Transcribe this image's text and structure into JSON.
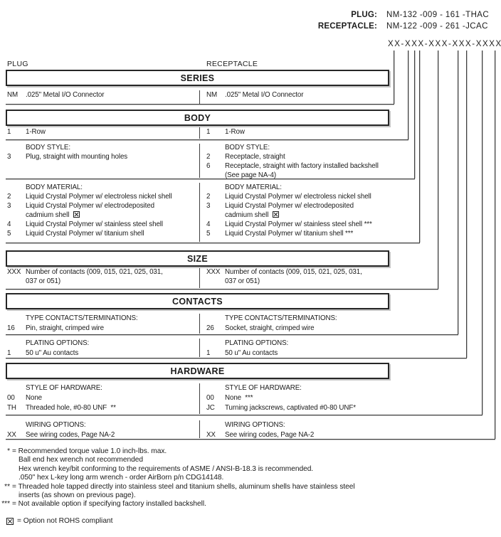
{
  "meta": {
    "background": "#ffffff",
    "ink_color": "#1b1b1b",
    "line_color": "#3f3f3f",
    "shadow_color": "#c4c4c4"
  },
  "part_numbers": {
    "plug_label": "PLUG:",
    "plug_value": "NM-132 -009 - 161 -THAC",
    "receptacle_label": "RECEPTACLE:",
    "receptacle_value": "NM-122 -009 - 261 -JCAC",
    "template": "XX-XXX-XXX-XXX-XXXX"
  },
  "column_headers": {
    "left": "PLUG",
    "right": "RECEPTACLE"
  },
  "sections": {
    "series": {
      "title": "SERIES",
      "left": {
        "code": "NM",
        "desc": ".025\" Metal I/O Connector"
      },
      "right": {
        "code": "NM",
        "desc": ".025\" Metal I/O Connector"
      }
    },
    "body": {
      "title": "BODY",
      "row": {
        "left": {
          "code": "1",
          "desc": "1-Row"
        },
        "right": {
          "code": "1",
          "desc": "1-Row"
        }
      },
      "style": {
        "label": "BODY STYLE:",
        "left": [
          {
            "code": "3",
            "desc": "Plug, straight with mounting holes"
          }
        ],
        "right": [
          {
            "code": "2",
            "desc": "Receptacle, straight"
          },
          {
            "code": "6",
            "desc": "Receptacle, straight with factory installed backshell",
            "desc2": "(See page NA-4)"
          }
        ]
      },
      "material": {
        "label": "BODY MATERIAL:",
        "left": [
          {
            "code": "2",
            "desc": "Liquid Crystal Polymer w/ electroless nickel shell"
          },
          {
            "code": "3",
            "desc": "Liquid Crystal Polymer w/ electrodeposited",
            "desc2": "cadmium shell",
            "rohs_icon": "boxed-x"
          },
          {
            "code": "4",
            "desc": "Liquid Crystal Polymer w/ stainless steel shell"
          },
          {
            "code": "5",
            "desc": "Liquid Crystal Polymer w/ titanium shell"
          }
        ],
        "right": [
          {
            "code": "2",
            "desc": "Liquid Crystal Polymer w/ electroless nickel shell"
          },
          {
            "code": "3",
            "desc": "Liquid Crystal Polymer w/ electrodeposited",
            "desc2": "cadmium shell",
            "rohs_icon": "boxed-x"
          },
          {
            "code": "4",
            "desc": "Liquid Crystal Polymer w/ stainless steel shell ***"
          },
          {
            "code": "5",
            "desc": "Liquid Crystal Polymer w/ titanium shell ***"
          }
        ]
      }
    },
    "size": {
      "title": "SIZE",
      "left": {
        "code": "XXX",
        "desc": "Number of contacts (009, 015, 021, 025, 031,",
        "desc2": "037 or 051)"
      },
      "right": {
        "code": "XXX",
        "desc": "Number of contacts (009, 015, 021, 025, 031,",
        "desc2": "037 or 051)"
      }
    },
    "contacts": {
      "title": "CONTACTS",
      "type": {
        "label": "TYPE CONTACTS/TERMINATIONS:",
        "left": {
          "code": "16",
          "desc": "Pin, straight, crimped wire"
        },
        "right": {
          "code": "26",
          "desc": "Socket, straight, crimped wire"
        }
      },
      "plating": {
        "label": "PLATING OPTIONS:",
        "left": {
          "code": "1",
          "desc": "50 u\" Au contacts"
        },
        "right": {
          "code": "1",
          "desc": "50 u\" Au contacts"
        }
      }
    },
    "hardware": {
      "title": "HARDWARE",
      "style": {
        "label": "STYLE OF HARDWARE:",
        "left": [
          {
            "code": "00",
            "desc": "None"
          },
          {
            "code": "TH",
            "desc": "Threaded hole, #0-80 UNF  **"
          }
        ],
        "right": [
          {
            "code": "00",
            "desc": "None  ***"
          },
          {
            "code": "JC",
            "desc": "Turning jackscrews, captivated #0-80 UNF*"
          }
        ]
      },
      "wiring": {
        "label": "WIRING OPTIONS:",
        "left": {
          "code": "XX",
          "desc": "See wiring codes, Page NA-2"
        },
        "right": {
          "code": "XX",
          "desc": "See wiring codes, Page NA-2"
        }
      }
    }
  },
  "footnotes": [
    {
      "marker": "*",
      "text": "= Recommended torque value 1.0 inch-lbs. max."
    },
    {
      "marker": "",
      "text": "Ball end hex wrench not recommended"
    },
    {
      "marker": "",
      "text": "Hex wrench key/bit conforming to the requirements of ASME / ANSI-B-18.3 is recommended."
    },
    {
      "marker": "",
      "text": ".050\" hex L-key long arm wrench - order AirBorn p/n CDG14148."
    },
    {
      "marker": "**",
      "text": "= Threaded hole tapped directly into stainless steel and titanium shells, aluminum shells have stainless steel"
    },
    {
      "marker": "",
      "text": "inserts (as shown on previous page)."
    },
    {
      "marker": "***",
      "text": "= Not available option if specifying factory installed backshell."
    }
  ],
  "rohs_note": {
    "icon": "boxed-x",
    "text": "= Option not ROHS compliant"
  }
}
